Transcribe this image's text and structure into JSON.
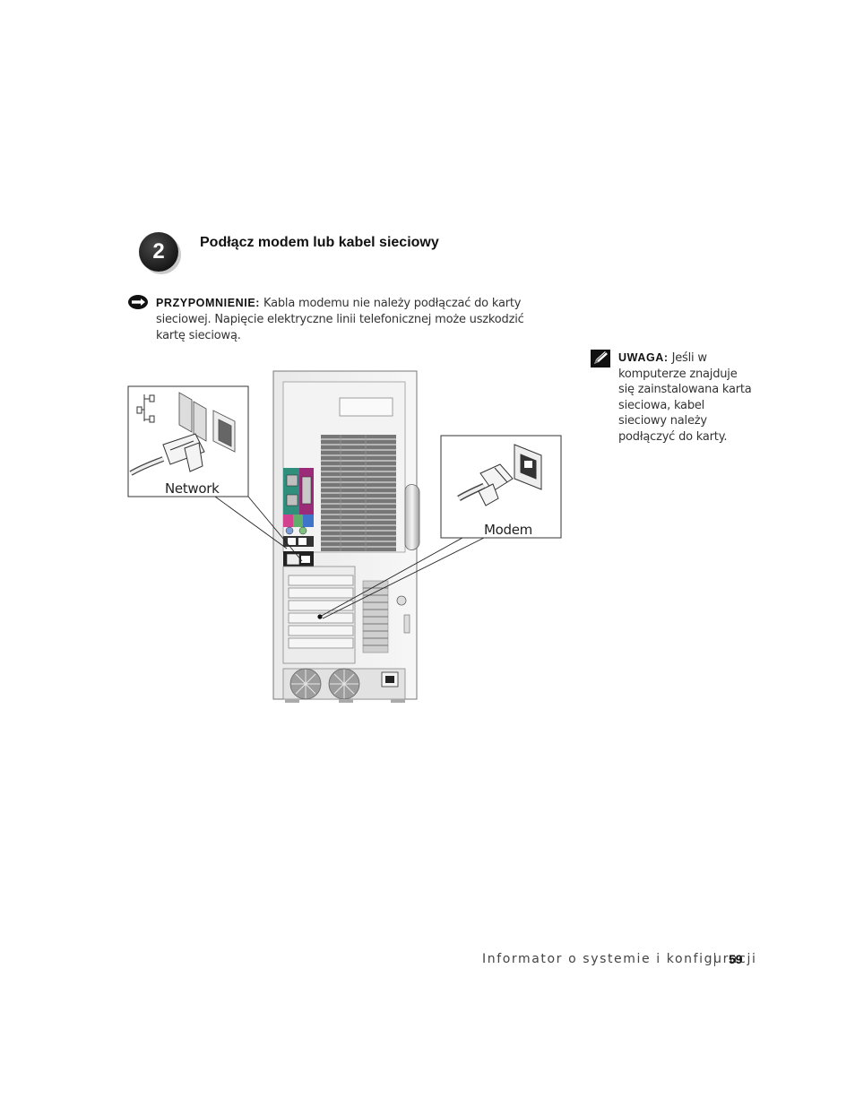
{
  "step": {
    "number": "2",
    "title": "Podłącz modem lub kabel sieciowy"
  },
  "notice": {
    "icon": "notice-icon",
    "label": "PRZYPOMNIENIE:",
    "text": "Kabla modemu nie należy podłączać do karty sieciowej. Napięcie elektryczne linii telefonicznej może uszkodzić kartę sieciową."
  },
  "note": {
    "icon": "pencil-note-icon",
    "label": "UWAGA:",
    "text": "Jeśli w komputerze znajduje się zainstalowana karta sieciowa, kabel sieciowy należy podłączyć do karty."
  },
  "illustration": {
    "network_label": "Network",
    "modem_label": "Modem"
  },
  "footer": {
    "text": "Informator o systemie i konfiguracji",
    "page_number": "59"
  }
}
